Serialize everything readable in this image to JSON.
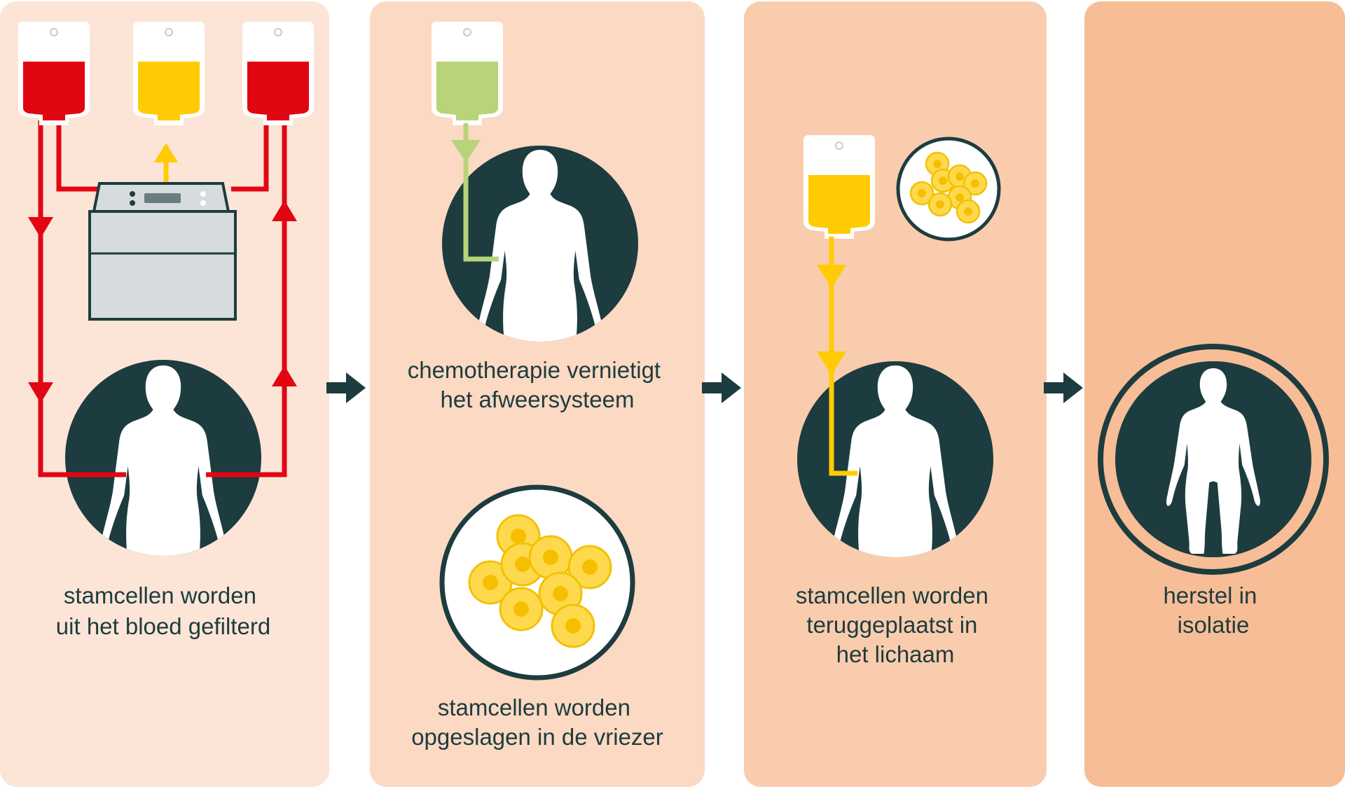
{
  "colors": {
    "panel_1": "#fce5d6",
    "panel_2": "#fbd9c2",
    "panel_3": "#f9ccad",
    "panel_4": "#f7bd96",
    "dark_teal": "#1d3c3f",
    "blood_red": "#e20613",
    "plasma_yellow": "#ffcb05",
    "chemo_green": "#b8d47a",
    "machine_grey": "#d6dbdd",
    "white": "#ffffff"
  },
  "steps": [
    {
      "id": "collect",
      "icons": [
        "blood-bag-icon",
        "plasma-bag-icon",
        "blood-bag-icon",
        "apheresis-machine-icon",
        "person-silhouette-icon"
      ],
      "caption_lines": [
        "stamcellen worden",
        "uit het bloed gefilterd"
      ]
    },
    {
      "id": "chemo",
      "icons": [
        "chemo-bag-icon",
        "person-silhouette-icon",
        "stem-cells-icon"
      ],
      "caption_lines": [
        "chemotherapie vernietigt",
        "het afweersysteem"
      ],
      "caption2_lines": [
        "stamcellen worden",
        "opgeslagen in de vriezer"
      ]
    },
    {
      "id": "reinfuse",
      "icons": [
        "stem-cell-bag-icon",
        "stem-cells-icon",
        "person-silhouette-icon"
      ],
      "caption_lines": [
        "stamcellen worden",
        "teruggeplaatst in",
        "het lichaam"
      ]
    },
    {
      "id": "recovery",
      "icons": [
        "isolation-ring-icon",
        "person-silhouette-icon"
      ],
      "caption_lines": [
        "herstel in",
        "isolatie"
      ]
    }
  ],
  "flow_arrows": [
    "arrow-right-icon",
    "arrow-right-icon",
    "arrow-right-icon"
  ]
}
